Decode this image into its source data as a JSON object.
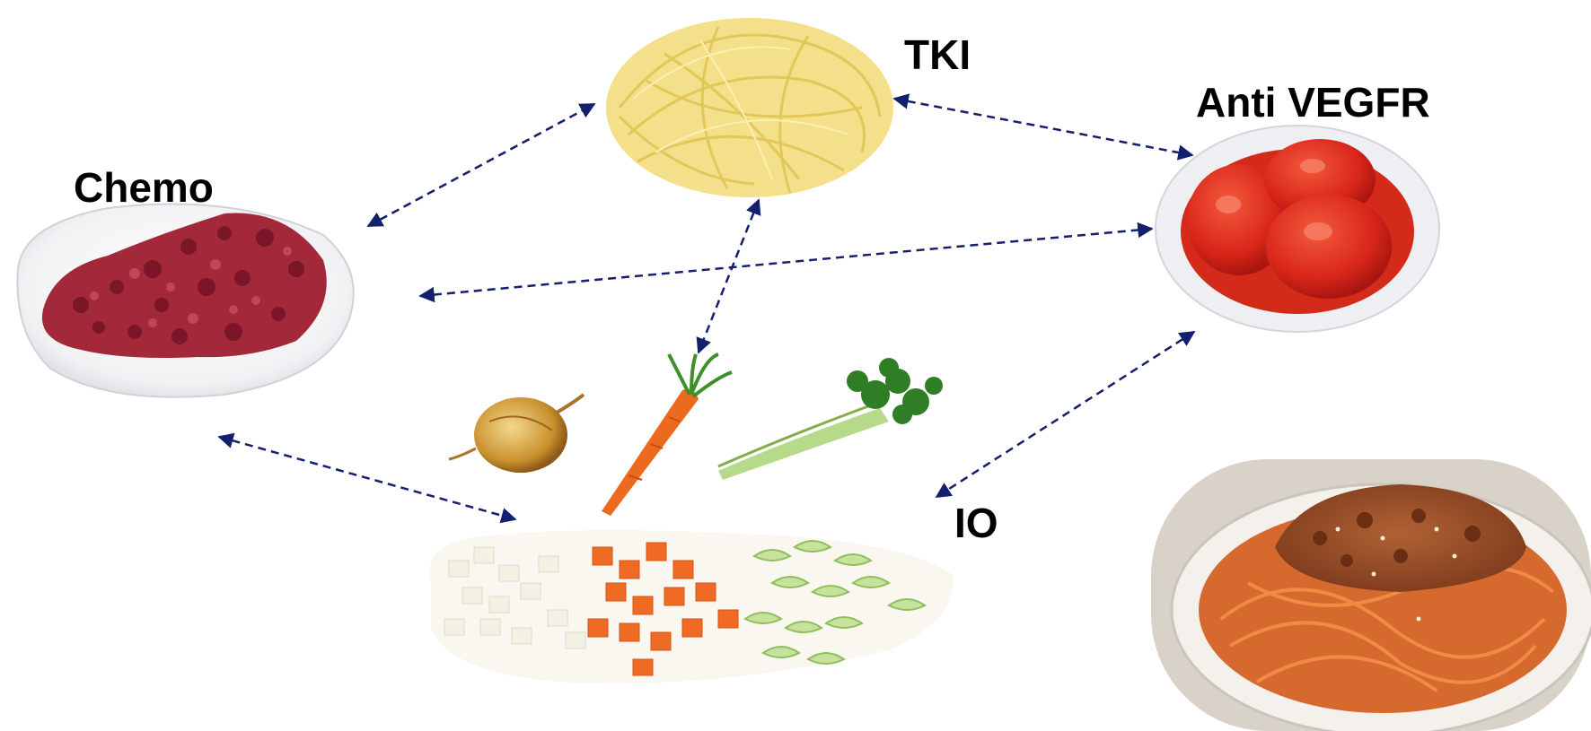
{
  "labels": {
    "chemo": "Chemo",
    "tki": "TKI",
    "anti_vegfr": "Anti VEGFR",
    "io": "IO"
  },
  "images": {
    "chemo": "ground-meat-plate-icon",
    "tki": "tagliatelle-nest-icon",
    "anti_vegfr": "peeled-tomatoes-bowl-icon",
    "io": "vegetables-soffritto-icon",
    "result": "tagliatelle-bolognese-plate-icon"
  },
  "connections": [
    {
      "from": "Chemo",
      "to": "TKI"
    },
    {
      "from": "TKI",
      "to": "Anti VEGFR"
    },
    {
      "from": "Chemo",
      "to": "Anti VEGFR"
    },
    {
      "from": "TKI",
      "to": "IO"
    },
    {
      "from": "Chemo",
      "to": "IO"
    },
    {
      "from": "Anti VEGFR",
      "to": "IO"
    }
  ],
  "colors": {
    "arrow": "#14206e",
    "meat": "#a3283a",
    "pasta": "#f2df78",
    "tomato": "#e0301e",
    "carrot": "#ec6a1e",
    "celery": "#a9d37c",
    "onion": "#f1f1e6",
    "sauce": "#9a4a2a"
  }
}
